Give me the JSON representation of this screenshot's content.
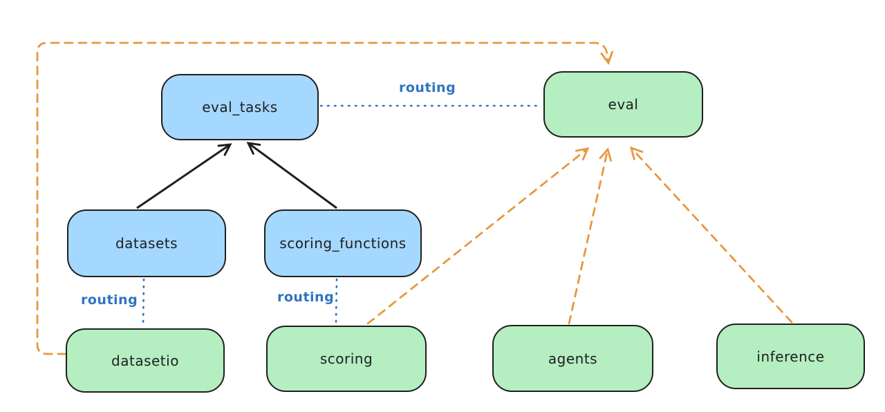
{
  "diagram": {
    "nodes": [
      {
        "id": "eval_tasks",
        "label": "eval_tasks",
        "fill": "#a5d8ff"
      },
      {
        "id": "eval",
        "label": "eval",
        "fill": "#b5eec0"
      },
      {
        "id": "datasets",
        "label": "datasets",
        "fill": "#a5d8ff"
      },
      {
        "id": "scoring_functions",
        "label": "scoring_functions",
        "fill": "#a5d8ff"
      },
      {
        "id": "datasetio",
        "label": "datasetio",
        "fill": "#b5eec0"
      },
      {
        "id": "scoring",
        "label": "scoring",
        "fill": "#b5eec0"
      },
      {
        "id": "agents",
        "label": "agents",
        "fill": "#b5eec0"
      },
      {
        "id": "inference",
        "label": "inference",
        "fill": "#b5eec0"
      }
    ],
    "edges": [
      {
        "from": "datasets",
        "to": "eval_tasks",
        "style": "solid",
        "color": "#1e1e1e",
        "label": ""
      },
      {
        "from": "scoring_functions",
        "to": "eval_tasks",
        "style": "solid",
        "color": "#1e1e1e",
        "label": ""
      },
      {
        "from": "eval_tasks",
        "to": "eval",
        "style": "dotted",
        "color": "#2f74c2",
        "label": "routing"
      },
      {
        "from": "datasets",
        "to": "datasetio",
        "style": "dotted",
        "color": "#2f74c2",
        "label": "routing"
      },
      {
        "from": "scoring_functions",
        "to": "scoring",
        "style": "dotted",
        "color": "#2f74c2",
        "label": "routing"
      },
      {
        "from": "datasetio",
        "to": "eval",
        "style": "dashed",
        "color": "#e8973b",
        "label": ""
      },
      {
        "from": "scoring",
        "to": "eval",
        "style": "dashed",
        "color": "#e8973b",
        "label": ""
      },
      {
        "from": "agents",
        "to": "eval",
        "style": "dashed",
        "color": "#e8973b",
        "label": ""
      },
      {
        "from": "inference",
        "to": "eval",
        "style": "dashed",
        "color": "#e8973b",
        "label": ""
      }
    ],
    "colors": {
      "background": "#ffffff",
      "node_stroke": "#1e1e1e",
      "blue_node_fill": "#a5d8ff",
      "green_node_fill": "#b5eec0",
      "routing_line": "#2f74c2",
      "provider_line": "#e8973b",
      "dependency_line": "#1e1e1e"
    }
  }
}
